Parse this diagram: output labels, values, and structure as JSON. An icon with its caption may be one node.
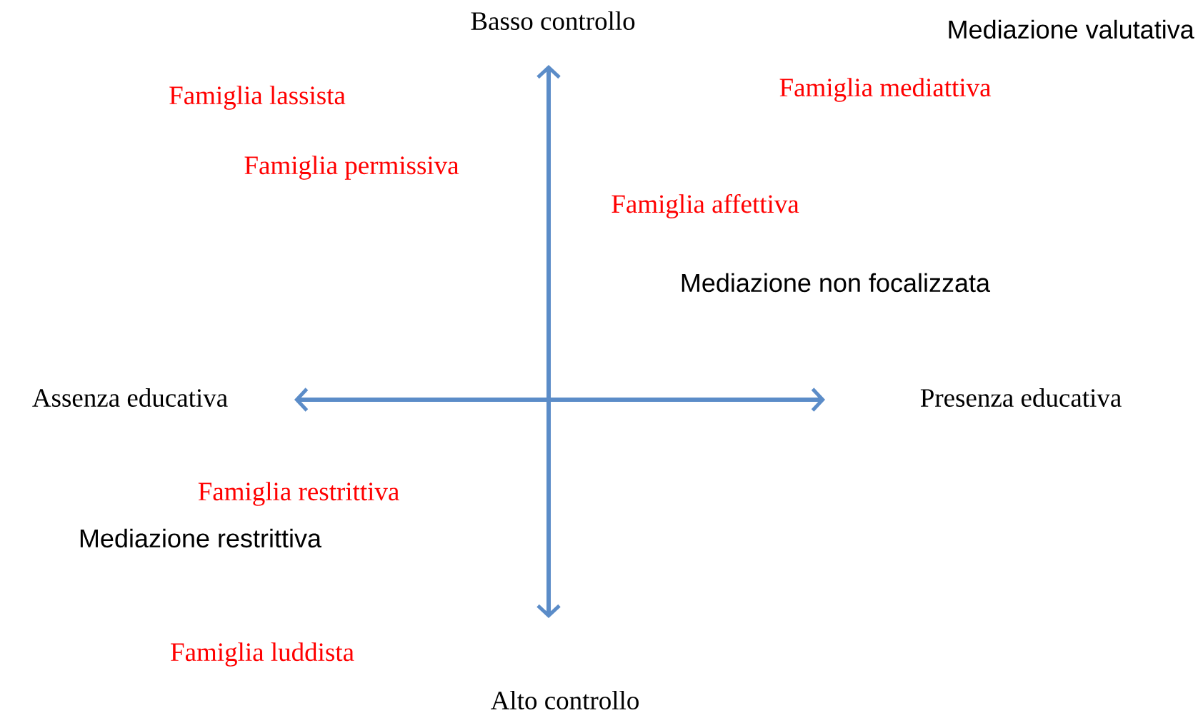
{
  "diagram": {
    "labels": [
      "Basso controllo",
      "Mediazione valutativa",
      "Famiglia mediattiva",
      "Famiglia lassista",
      "Famiglia permissiva",
      "Famiglia affettiva",
      "Mediazione non focalizzata",
      "Assenza educativa",
      "Presenza educativa",
      "Famiglia restrittiva",
      "Mediazione restrittiva",
      "Famiglia luddista",
      "Alto controllo"
    ]
  }
}
